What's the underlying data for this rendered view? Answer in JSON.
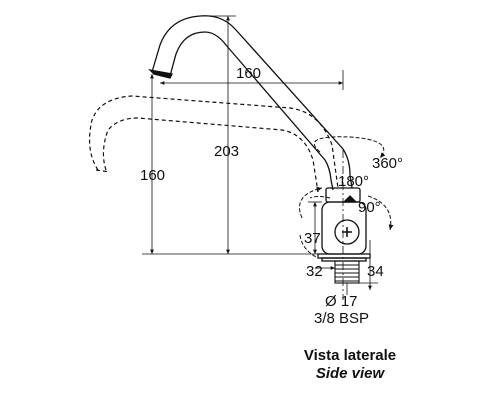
{
  "dimensions": {
    "spout_reach": "160",
    "spout_height": "160",
    "total_height": "203",
    "rotation_spout": "360°",
    "rotation_half": "180°",
    "lever_angle": "90°",
    "body_height": "37",
    "body_width": "32",
    "body_depth": "34",
    "thread_diameter": "Ø 17",
    "thread_type": "3/8 BSP"
  },
  "caption": {
    "title_it": "Vista laterale",
    "title_en": "Side view"
  },
  "colors": {
    "line": "#111111",
    "dashed": "#111111"
  }
}
